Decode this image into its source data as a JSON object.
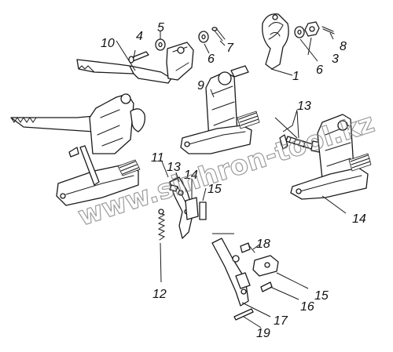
{
  "watermark": "www.sinhron-tool.kz",
  "callouts": {
    "c1": "1",
    "c3": "3",
    "c4": "4",
    "c5": "5",
    "c6a": "6",
    "c6b": "6",
    "c7": "7",
    "c8": "8",
    "c9": "9",
    "c10": "10",
    "c11": "11",
    "c12": "12",
    "c13a": "13",
    "c13b": "13",
    "c14a": "14",
    "c14b": "14",
    "c15a": "15",
    "c15b": "15",
    "c16": "16",
    "c17": "17",
    "c18": "18",
    "c19": "19"
  }
}
